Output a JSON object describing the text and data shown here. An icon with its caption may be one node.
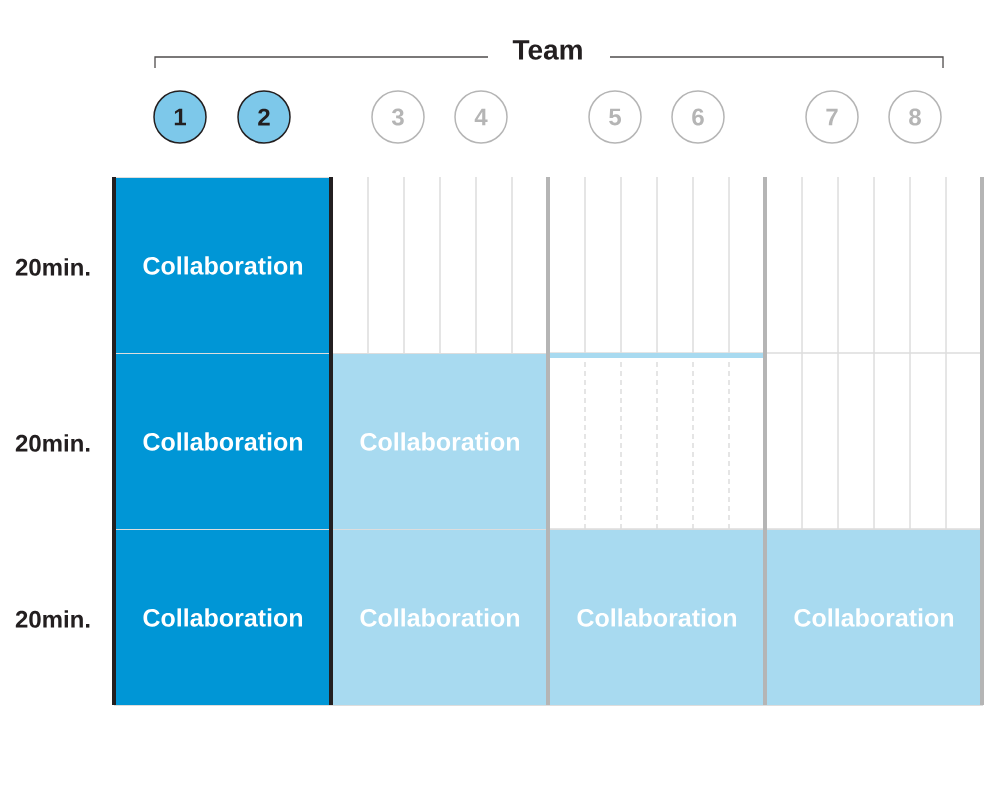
{
  "diagram": {
    "title": "Team",
    "nodes": [
      {
        "text": [
          "1"
        ]
      },
      {
        "text": [
          "2"
        ]
      },
      {
        "text": [
          "3"
        ]
      },
      {
        "text": [
          "4"
        ]
      },
      {
        "text": [
          "5"
        ]
      },
      {
        "text": [
          "6"
        ]
      },
      {
        "text": [
          "7"
        ]
      },
      {
        "text": [
          "8"
        ]
      },
      {
        "text": [
          "Collaboration"
        ]
      },
      {
        "text": [
          "Collaboration"
        ]
      },
      {
        "text": [
          "Collaboration"
        ]
      },
      {
        "text": [
          "Collaboration"
        ]
      },
      {
        "text": [
          "Collaboration"
        ]
      },
      {
        "text": [
          "Collaboration"
        ]
      },
      {
        "text": [
          "Collaboration"
        ]
      }
    ],
    "labels": [
      "20min.",
      "20min.",
      "20min."
    ]
  }
}
